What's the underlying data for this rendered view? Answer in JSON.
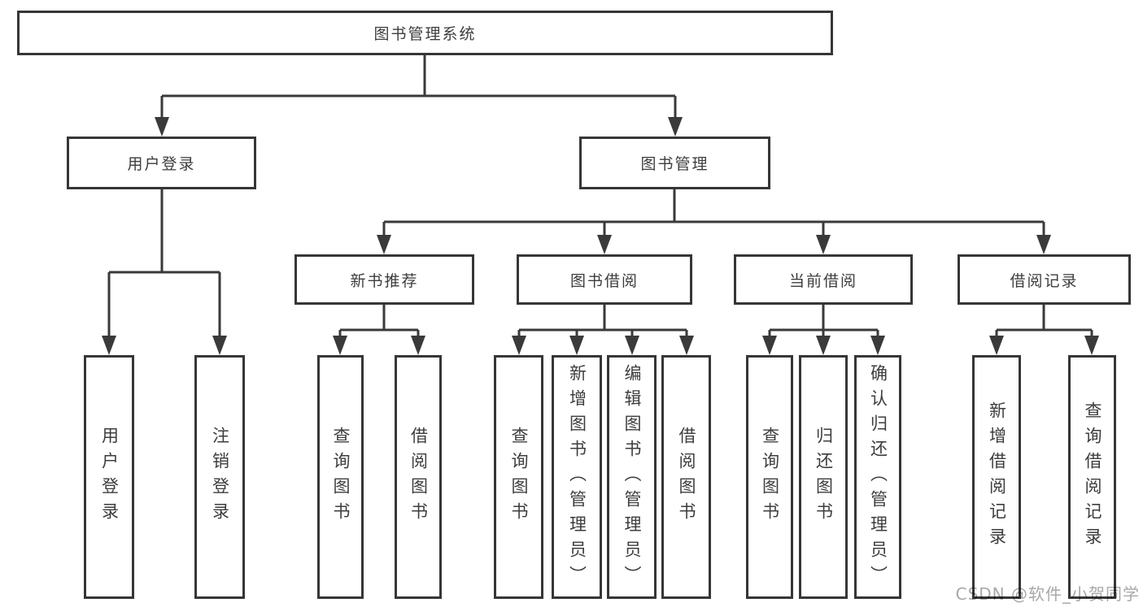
{
  "colors": {
    "line": "#3a3a3a",
    "border": "#363636",
    "text": "#3d3d3d",
    "box_background": "#ffffff",
    "watermark": "#a8a8a8"
  },
  "watermark": "CSDN @软件_小贺同学",
  "nodes": {
    "root": "图书管理系统",
    "user_login_branch": "用户登录",
    "book_management": "图书管理",
    "new_book_recommend": "新书推荐",
    "book_borrowing": "图书借阅",
    "current_borrowing": "当前借阅",
    "borrowing_records": "借阅记录",
    "leaf_user_login": "用户登录",
    "leaf_logout_login": "注销登录",
    "leaf_query_books_recommend": "查询图书",
    "leaf_borrow_books_recommend": "借阅图书",
    "leaf_query_books_borrow": "查询图书",
    "leaf_add_books_admin": "新增图书（管理员）",
    "leaf_edit_books_admin": "编辑图书（管理员）",
    "leaf_borrow_books_borrow": "借阅图书",
    "leaf_query_books_current": "查询图书",
    "leaf_return_books": "归还图书",
    "leaf_confirm_return_admin": "确认归还（管理员）",
    "leaf_add_borrow_record": "新增借阅记录",
    "leaf_query_borrow_record": "查询借阅记录"
  },
  "hierarchy": {
    "图书管理系统": {
      "用户登录": [
        "用户登录",
        "注销登录"
      ],
      "图书管理": {
        "新书推荐": [
          "查询图书",
          "借阅图书"
        ],
        "图书借阅": [
          "查询图书",
          "新增图书（管理员）",
          "编辑图书（管理员）",
          "借阅图书"
        ],
        "当前借阅": [
          "查询图书",
          "归还图书",
          "确认归还（管理员）"
        ],
        "借阅记录": [
          "新增借阅记录",
          "查询借阅记录"
        ]
      }
    }
  }
}
